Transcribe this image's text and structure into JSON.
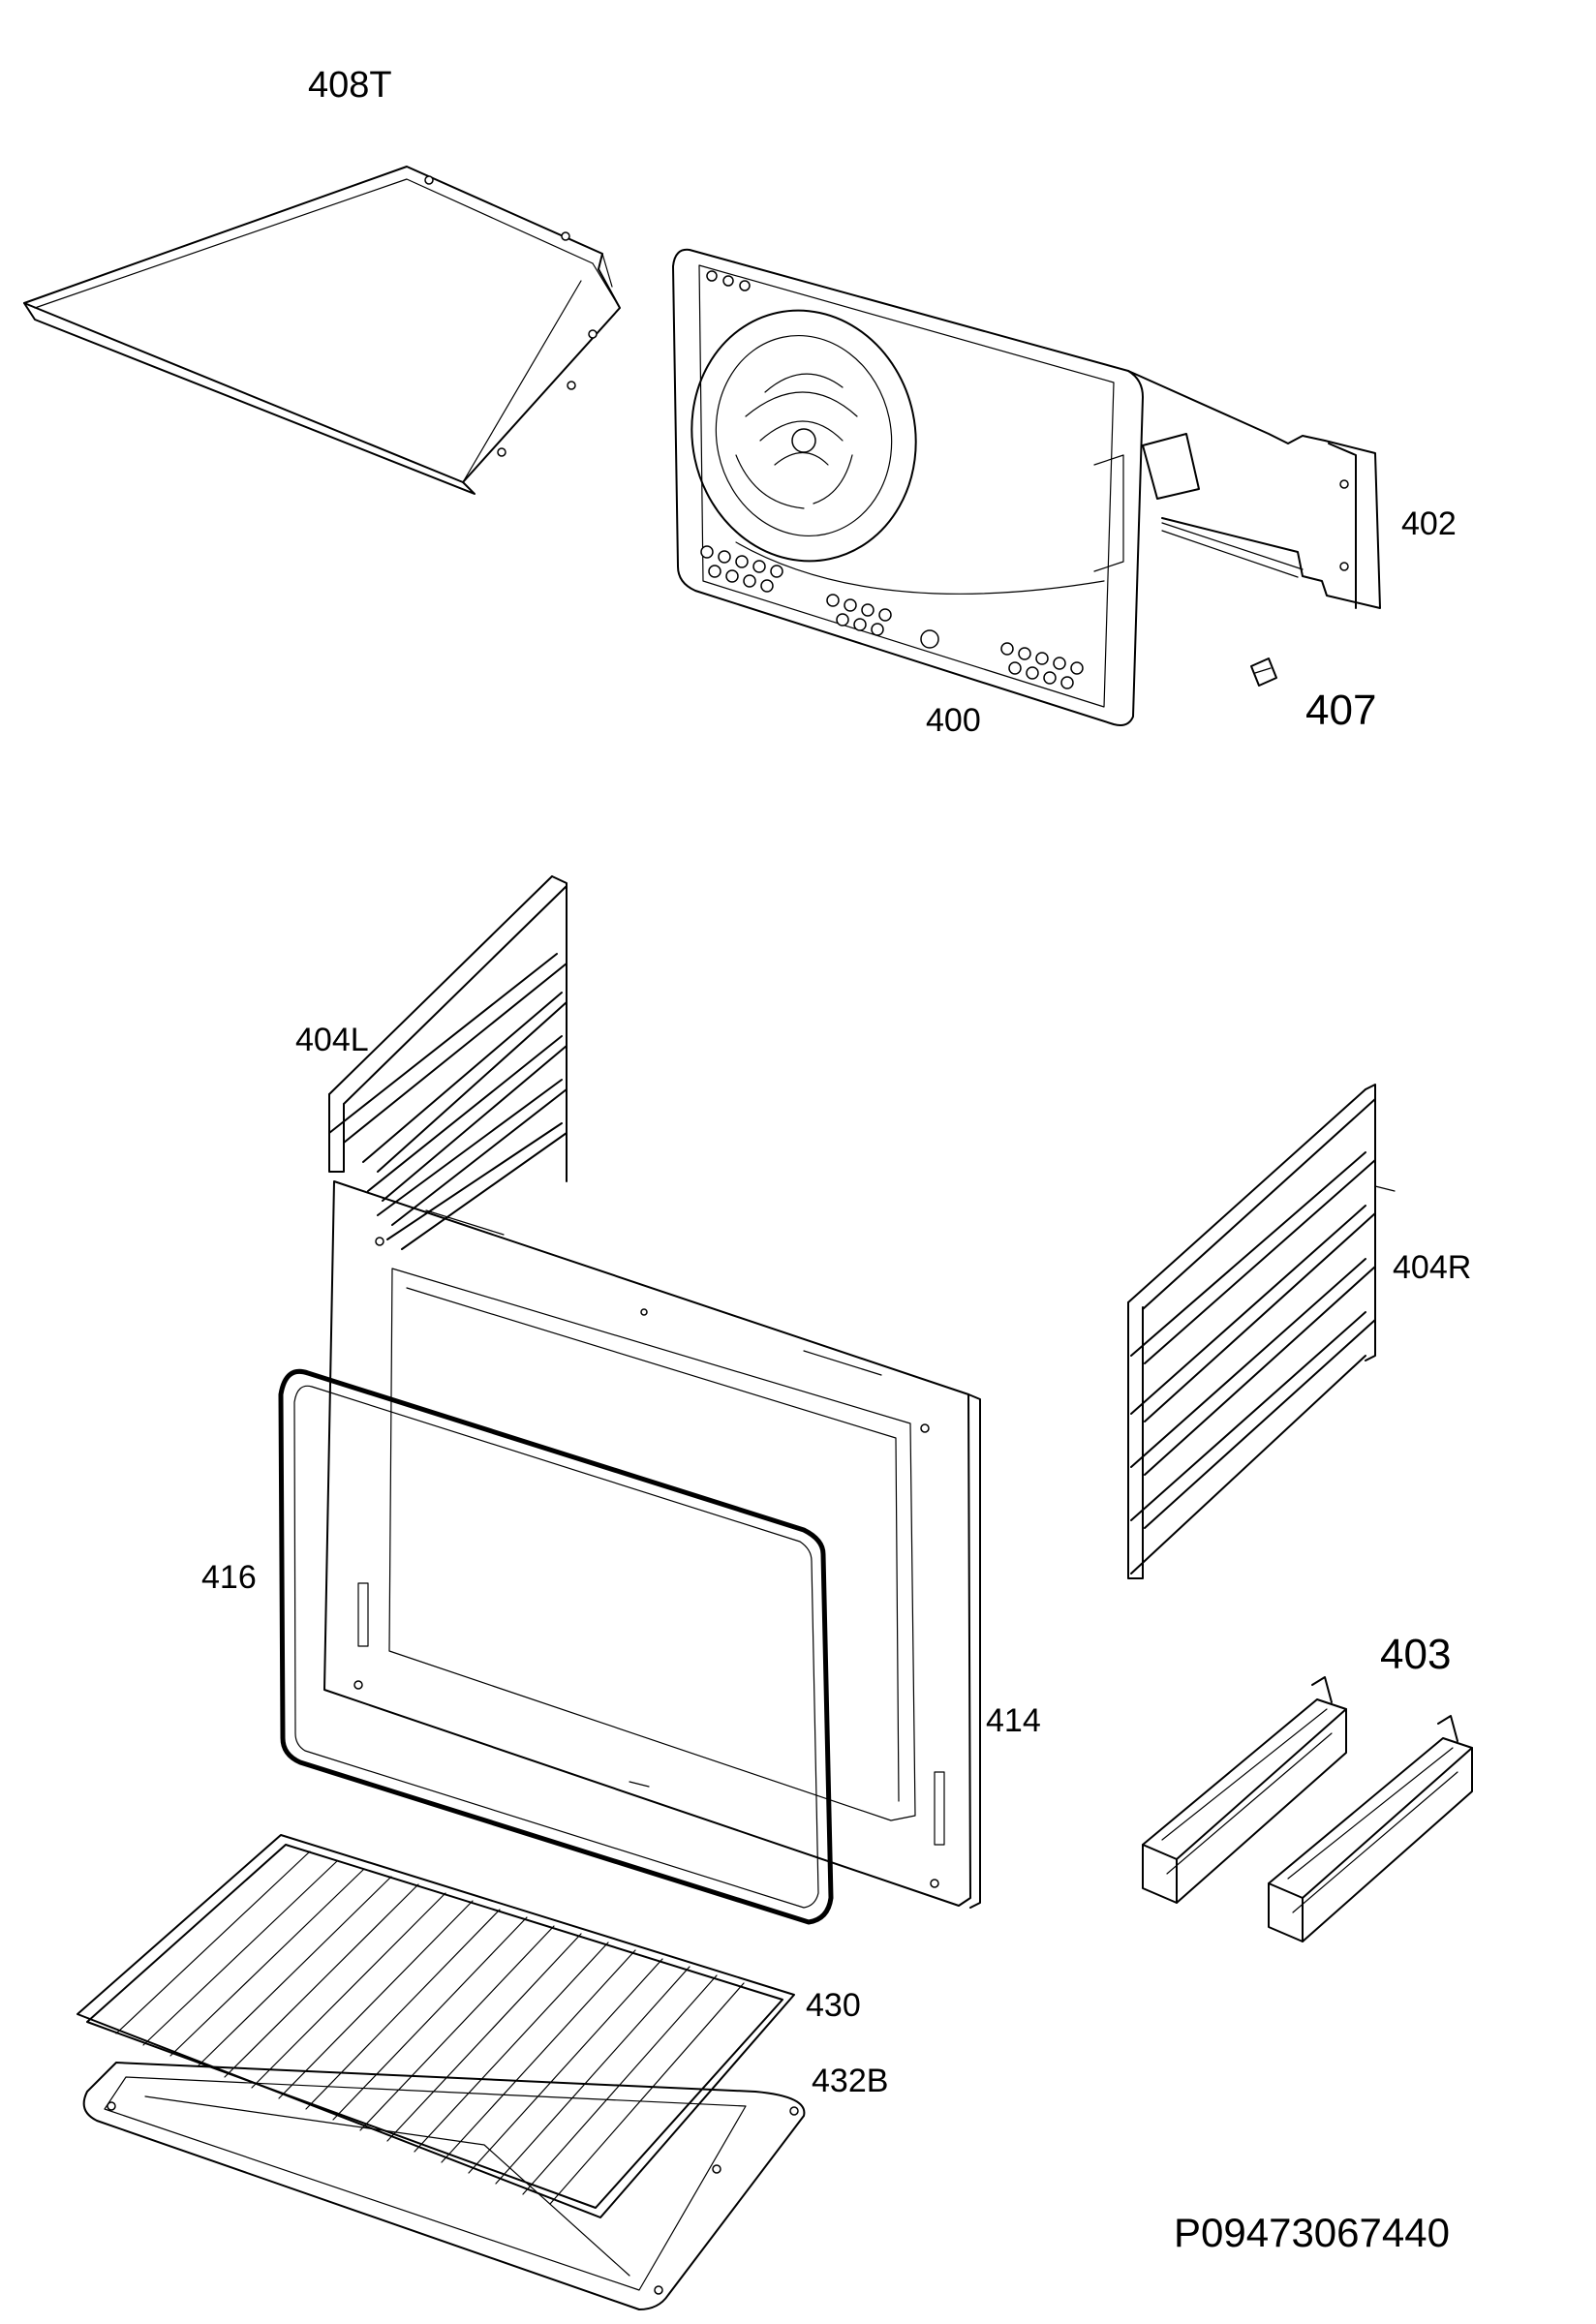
{
  "diagram": {
    "labels": {
      "p408T": "408T",
      "p402": "402",
      "p400": "400",
      "p407": "407",
      "p404L": "404L",
      "p404R": "404R",
      "p416": "416",
      "p414": "414",
      "p403": "403",
      "p430": "430",
      "p432B": "432B"
    },
    "drawing_number": "P09473067440"
  }
}
